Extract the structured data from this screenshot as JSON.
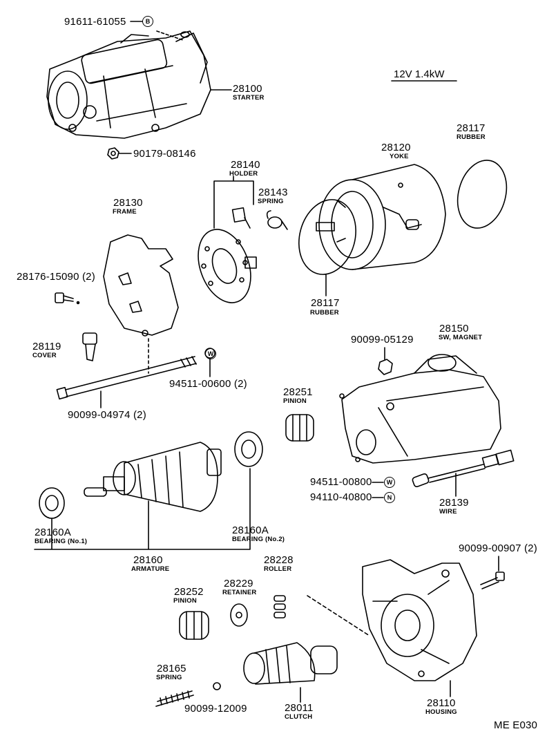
{
  "diagram": {
    "title": "12V 1.4kW",
    "code": "ME  E030",
    "parts": {
      "p91611": {
        "number": "91611-61055",
        "mark": "B"
      },
      "p28100": {
        "number": "28100",
        "name": "STARTER"
      },
      "p90179": {
        "number": "90179-08146"
      },
      "p28140": {
        "number": "28140",
        "name": "HOLDER"
      },
      "p28143": {
        "number": "28143",
        "name": "SPRING"
      },
      "p28120": {
        "number": "28120",
        "name": "YOKE"
      },
      "p28117a": {
        "number": "28117",
        "name": "RUBBER"
      },
      "p28130": {
        "number": "28130",
        "name": "FRAME"
      },
      "p28176": {
        "number": "28176-15090 (2)"
      },
      "p28117b": {
        "number": "28117",
        "name": "RUBBER"
      },
      "p28119": {
        "number": "28119",
        "name": "COVER"
      },
      "p94511a": {
        "number": "94511-00600 (2)",
        "mark": "W"
      },
      "p90099a": {
        "number": "90099-04974 (2)"
      },
      "p90099b": {
        "number": "90099-05129"
      },
      "p28150": {
        "number": "28150",
        "name": "SW, MAGNET"
      },
      "p28251": {
        "number": "28251",
        "name": "PINION"
      },
      "p94511b": {
        "number": "94511-00800",
        "mark": "W"
      },
      "p94110": {
        "number": "94110-40800",
        "mark": "N"
      },
      "p28139": {
        "number": "28139",
        "name": "WIRE"
      },
      "p28160A1": {
        "number": "28160A",
        "name": "BEARING (No.1)"
      },
      "p28160A2": {
        "number": "28160A",
        "name": "BEARING (No.2)"
      },
      "p28160": {
        "number": "28160",
        "name": "ARMATURE"
      },
      "p90099c": {
        "number": "90099-00907 (2)"
      },
      "p28228": {
        "number": "28228",
        "name": "ROLLER"
      },
      "p28229": {
        "number": "28229",
        "name": "RETAINER"
      },
      "p28252": {
        "number": "28252",
        "name": "PINION"
      },
      "p28165": {
        "number": "28165",
        "name": "SPRING"
      },
      "p90099d": {
        "number": "90099-12009"
      },
      "p28011": {
        "number": "28011",
        "name": "CLUTCH"
      },
      "p28110": {
        "number": "28110",
        "name": "HOUSING"
      }
    }
  }
}
